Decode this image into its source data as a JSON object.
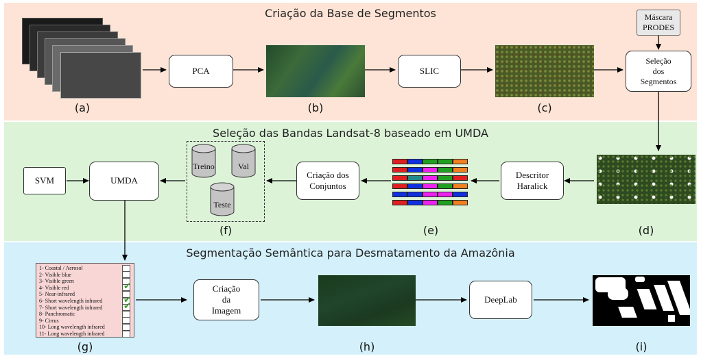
{
  "sections": {
    "top_title": "Criação da Base de Segmentos",
    "middle_title": "Seleção das Bandas Landsat-8 baseado em UMDA",
    "bottom_title": "Segmentação Semântica para Desmatamento da Amazônia"
  },
  "nodes": {
    "pca": "PCA",
    "slic": "SLIC",
    "mascara": "Máscara\nPRODES",
    "selecao": "Seleção\ndos\nSegmentos",
    "descritor": "Descritor\nHaralick",
    "criacao_conjuntos": "Criação dos\nConjuntos",
    "umda": "UMDA",
    "svm": "SVM",
    "criacao_imagem": "Criação\nda\nImagem",
    "deeplab": "DeepLab"
  },
  "datasets": {
    "treino": "Treino",
    "val": "Val",
    "teste": "Teste"
  },
  "labels": {
    "a": "(a)",
    "b": "(b)",
    "c": "(c)",
    "d": "(d)",
    "e": "(e)",
    "f": "(f)",
    "g": "(g)",
    "h": "(h)",
    "i": "(i)"
  },
  "bands": [
    {
      "text": "1-  Coastal / Aerosol",
      "checked": false
    },
    {
      "text": "2-  Visible blue",
      "checked": false
    },
    {
      "text": "3-  Visible green",
      "checked": false
    },
    {
      "text": "4-  Visible red",
      "checked": true
    },
    {
      "text": "5-  Near-infrared",
      "checked": false
    },
    {
      "text": "6-  Short wavelength infrared",
      "checked": true
    },
    {
      "text": "7-  Short wavelength infrared",
      "checked": true
    },
    {
      "text": "8-  Panchromatic",
      "checked": false
    },
    {
      "text": "9-  Cirrus",
      "checked": false
    },
    {
      "text": "10- Long wavelength infrared",
      "checked": false
    },
    {
      "text": "11- Long wavelength infrared",
      "checked": false
    }
  ],
  "feature_rows": [
    [
      "#e02020",
      "#1030e0",
      "#20a020",
      "#20a020",
      "#f08020"
    ],
    [
      "#e02020",
      "#1030e0",
      "#ee22ee",
      "#20a020",
      "#f08020"
    ],
    [
      "#e02020",
      "#208a8a",
      "#ee22ee",
      "#20a020",
      "#e02020"
    ],
    [
      "#e02020",
      "#1030e0",
      "#ee22ee",
      "#20a020",
      "#f08020"
    ],
    [
      "#1030e0",
      "#1030e0",
      "#ee22ee",
      "#ee22ee",
      "#1030e0"
    ],
    [
      "#e02020",
      "#1030e0",
      "#ee22ee",
      "#20a020",
      "#f08020"
    ]
  ],
  "colors": {
    "top_band": "#fde4d6",
    "middle_band": "#dcf3d8",
    "bottom_band": "#d4f0fb",
    "band_list_bg": "#f9d6d6",
    "check": "#3a9a2a"
  }
}
